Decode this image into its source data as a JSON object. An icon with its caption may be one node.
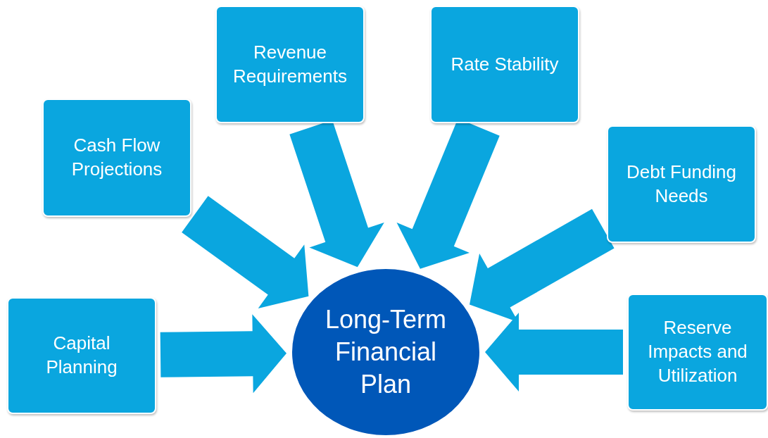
{
  "diagram": {
    "nodes": [
      {
        "text": [
          "Capital Planning"
        ]
      },
      {
        "text": [
          "Cash Flow Projections"
        ]
      },
      {
        "text": [
          "Revenue Requirements"
        ]
      },
      {
        "text": [
          "Rate Stability"
        ]
      },
      {
        "text": [
          "Debt Funding Needs"
        ]
      },
      {
        "text": [
          "Reserve Impacts and Utilization"
        ]
      },
      {
        "text": [
          "Long-Term Financial Plan"
        ]
      }
    ],
    "edges": [
      {
        "from": 0,
        "to": 6,
        "arrow": "to"
      },
      {
        "from": 1,
        "to": 6,
        "arrow": "to"
      },
      {
        "from": 2,
        "to": 6,
        "arrow": "to"
      },
      {
        "from": 3,
        "to": 6,
        "arrow": "to"
      },
      {
        "from": 4,
        "to": 6,
        "arrow": "to"
      },
      {
        "from": 5,
        "to": 6,
        "arrow": "to"
      }
    ]
  }
}
